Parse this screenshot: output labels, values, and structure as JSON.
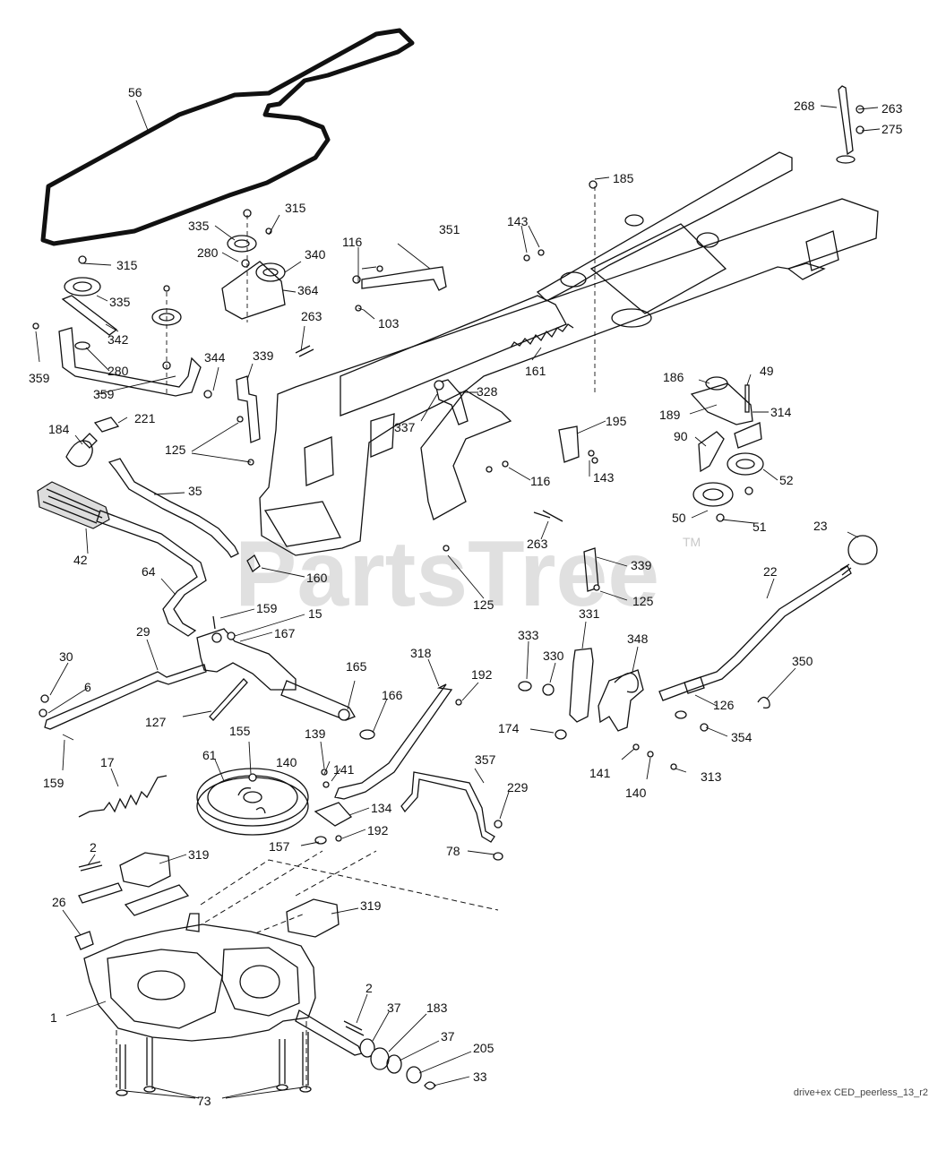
{
  "watermark": {
    "text": "PartsTree",
    "tm": "TM"
  },
  "footer": {
    "drawing_id": "drive+ex CED_peerless_13_r2"
  },
  "callouts": [
    "56",
    "268",
    "263",
    "275",
    "185",
    "315",
    "335",
    "280",
    "340",
    "364",
    "116",
    "351",
    "143",
    "315",
    "335",
    "342",
    "263",
    "103",
    "359",
    "280",
    "344",
    "359",
    "339",
    "161",
    "184",
    "221",
    "125",
    "328",
    "337",
    "186",
    "49",
    "189",
    "314",
    "195",
    "90",
    "116",
    "143",
    "52",
    "50",
    "51",
    "35",
    "42",
    "263",
    "23",
    "160",
    "339",
    "125",
    "125",
    "64",
    "159",
    "15",
    "167",
    "22",
    "29",
    "30",
    "6",
    "165",
    "166",
    "318",
    "192",
    "331",
    "348",
    "333",
    "330",
    "350",
    "126",
    "127",
    "174",
    "354",
    "155",
    "139",
    "140",
    "141",
    "313",
    "141",
    "140",
    "17",
    "159",
    "61",
    "357",
    "229",
    "134",
    "192",
    "157",
    "78",
    "2",
    "319",
    "319",
    "26",
    "1",
    "2",
    "37",
    "183",
    "37",
    "205",
    "33",
    "73"
  ],
  "colors": {
    "ink": "#111111",
    "paper": "#ffffff",
    "watermark": "#c8c8c8"
  }
}
